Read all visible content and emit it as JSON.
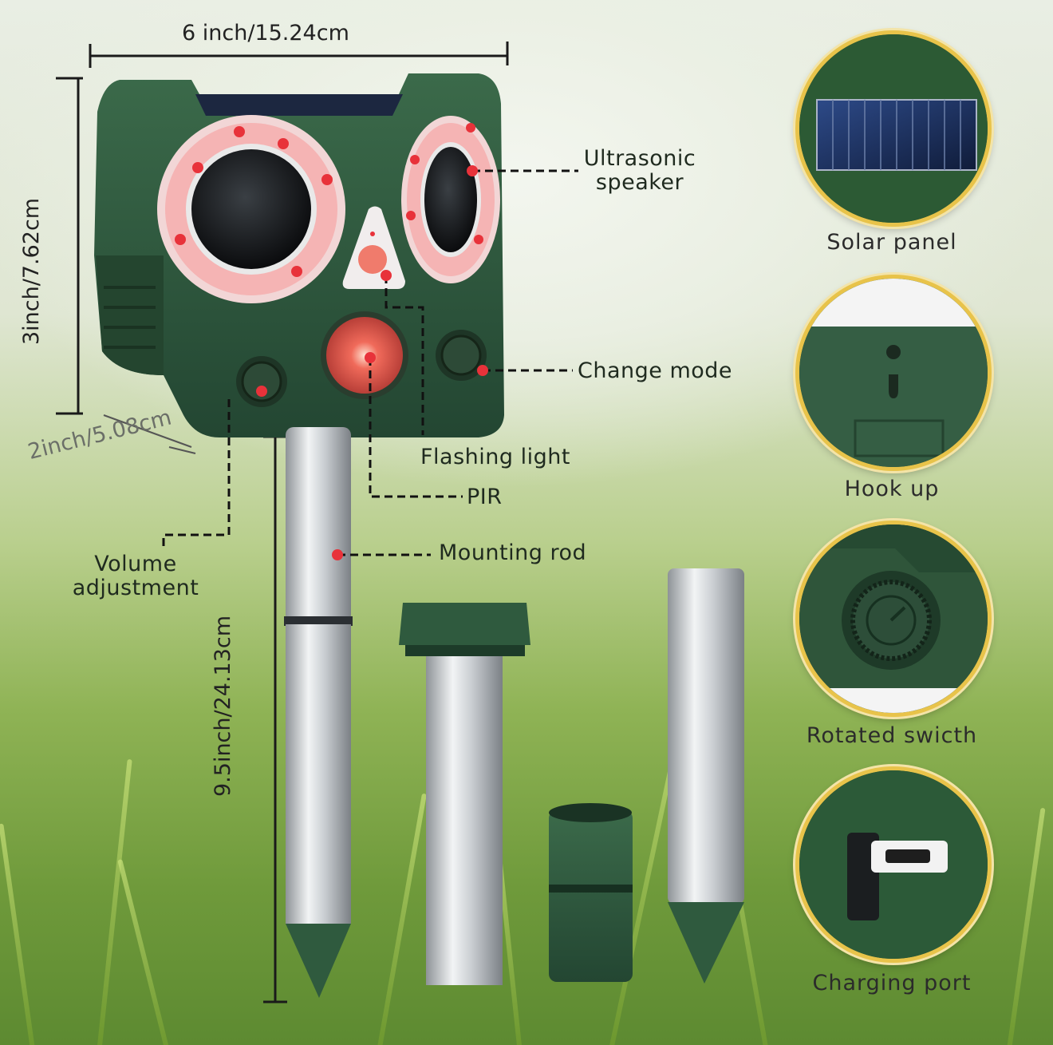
{
  "dimensions": {
    "width": "6 inch/15.24cm",
    "height": "3inch/7.62cm",
    "depth": "2inch/5.08cm",
    "rod": "9.5inch/24.13cm"
  },
  "callouts": {
    "ultrasonic_speaker_line1": "Ultrasonic",
    "ultrasonic_speaker_line2": "speaker",
    "change_mode": "Change mode",
    "flashing_light": "Flashing light",
    "pir": "PIR",
    "volume_line1": "Volume",
    "volume_line2": "adjustment",
    "mounting_rod": "Mounting rod"
  },
  "detail_circles": [
    {
      "caption": "Solar panel",
      "icon": "solar-panel-icon"
    },
    {
      "caption": "Hook up",
      "icon": "hook-icon"
    },
    {
      "caption": "Rotated swicth",
      "icon": "rotary-switch-icon"
    },
    {
      "caption": "Charging port",
      "icon": "usb-port-icon"
    }
  ],
  "colors": {
    "device_green": "#2f5b3c",
    "led_red": "#e8323a",
    "circle_border": "#e8c34a",
    "steel": "#c8ccd0"
  }
}
